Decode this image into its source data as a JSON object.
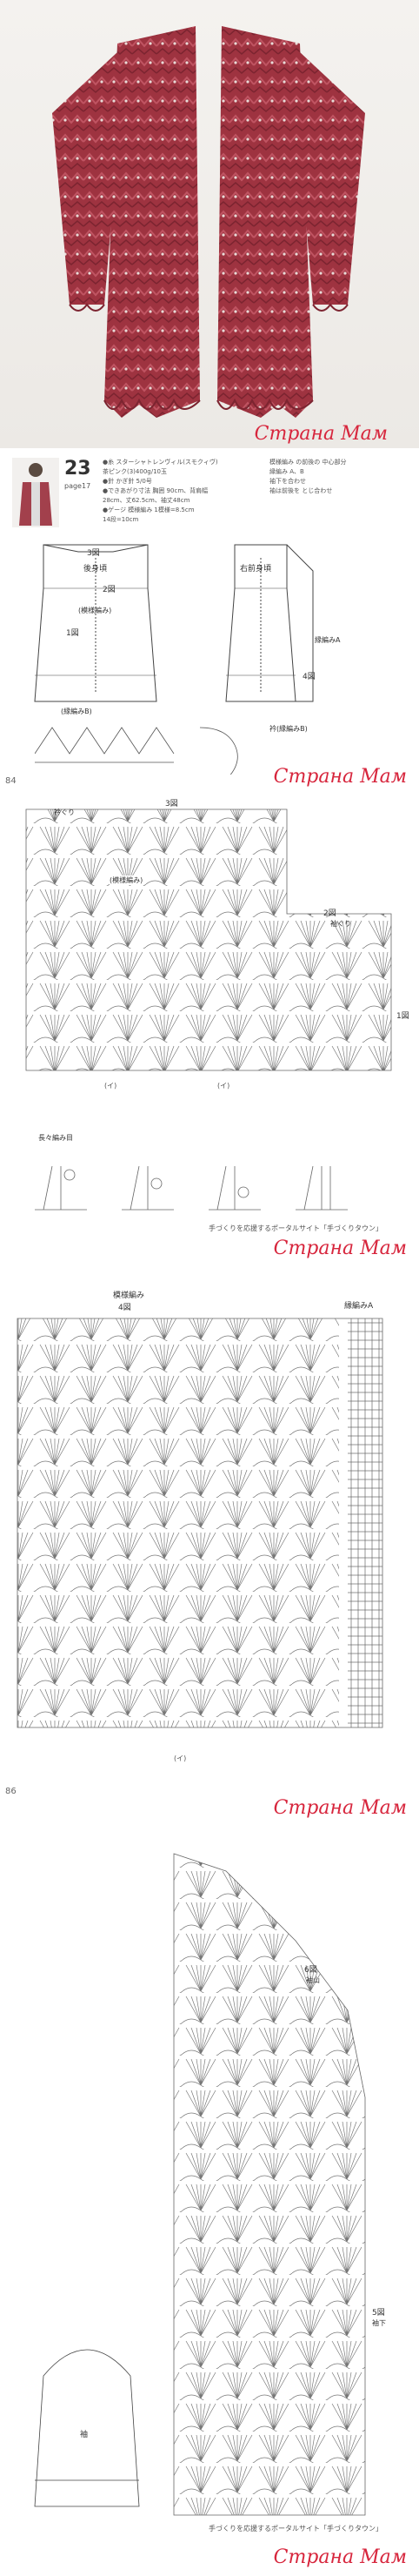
{
  "watermark": "Страна Мам",
  "header": {
    "pattern_number": "23",
    "page_ref": "page17"
  },
  "text": {
    "materials_line1": "●糸 スターシャトレンヴィル(スモクィヴ)",
    "materials_line2": "茶ピンク(3)400g/10玉",
    "materials_line3": "●針 かぎ針 5/0号",
    "materials_line4": "●できあがり寸法 胸囲 90cm、背肩幅",
    "materials_line5": "28cm、丈62.5cm、袖丈48cm",
    "materials_line6": "●ゲージ 模様編み 1模様=8.5cm",
    "materials_line7": "14段=10cm",
    "right_col1": "模様編み の前後の 中心部分",
    "right_col2": "縁編み A、B",
    "right_col3": "袖下を合わせ",
    "right_col4": "袖は前後を とじ合わせ"
  },
  "diagram_labels": {
    "back": "後身頃",
    "right_front": "右前身頃",
    "sleeve": "袖",
    "border_a": "縁編みA",
    "border_b": "(縁編みB)",
    "pattern": "(模様編み)",
    "pattern_st": "模様編み",
    "edge_a": "縁編みA",
    "neck": "衿ぐり",
    "armhole": "袖ぐり",
    "sleeve_cap": "袖山",
    "underarm": "袖下",
    "fig1": "1図",
    "fig2": "2図",
    "fig3": "3図",
    "fig4": "4図",
    "fig5": "5図",
    "fig6": "6図",
    "collar": "衿(縁編みB)",
    "stitch_title": "長々編み目",
    "i_mark": "(イ)"
  },
  "page_numbers": {
    "p2": "84",
    "p3": "86"
  },
  "footer": "手づくりを応援するポータルサイト「手づくりタウン」"
}
